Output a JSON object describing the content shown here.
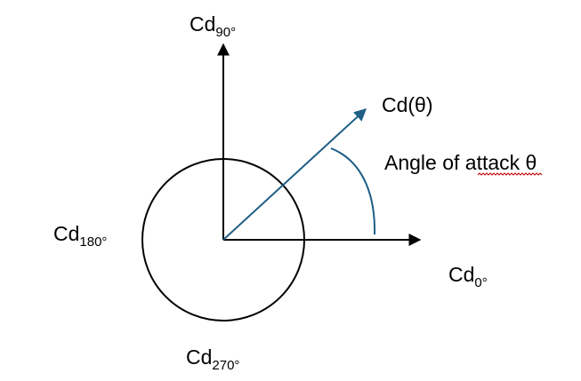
{
  "diagram": {
    "labels": {
      "cd_base": "Cd",
      "sub_90": "90°",
      "sub_180": "180°",
      "sub_0": "0°",
      "sub_270": "270°",
      "cd_theta": "Cd(θ)",
      "angle_of_attack": "Angle of attack θ"
    },
    "colors": {
      "axis": "#000000",
      "vector": "#1f5f86",
      "arc": "#1f5f86",
      "spellcheck_underline": "#c00000"
    }
  }
}
